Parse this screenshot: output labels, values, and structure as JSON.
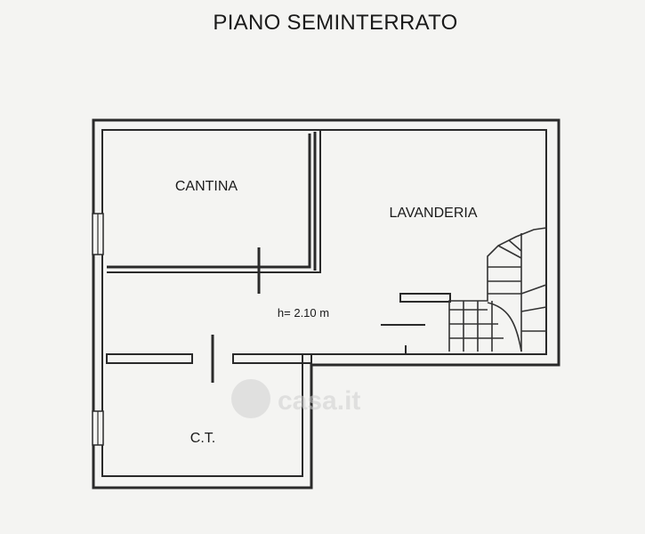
{
  "title": "PIANO SEMINTERRATO",
  "rooms": {
    "cantina": "CANTINA",
    "lavanderia": "LAVANDERIA",
    "ct": "C.T."
  },
  "height_label": "h= 2.10 m",
  "watermark": "casa.it",
  "colors": {
    "wall": "#2a2a2a",
    "paper": "#f4f4f2"
  }
}
